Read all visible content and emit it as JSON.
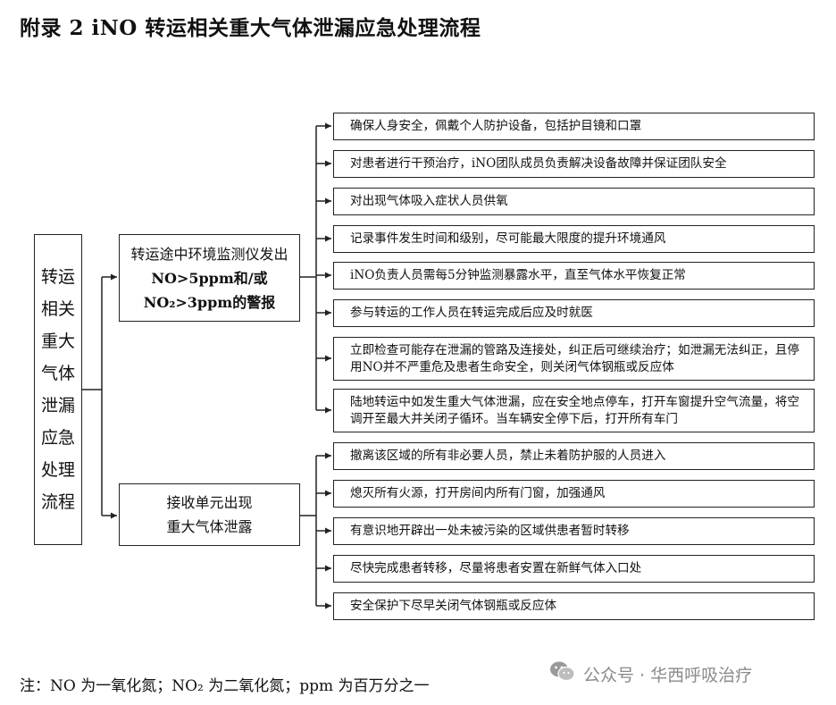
{
  "title": "附录 2 iNO 转运相关重大气体泄漏应急处理流程",
  "root": {
    "label": "转运相关重大气体泄漏应急处理流程"
  },
  "branches": [
    {
      "lines": [
        "转运途中环境监测仪发出",
        "NO>5ppm和/或",
        "NO₂>3ppm的警报"
      ],
      "actions": [
        "确保人身安全，佩戴个人防护设备，包括护目镜和口罩",
        "对患者进行干预治疗，iNO团队成员负责解决设备故障并保证团队安全",
        "对出现气体吸入症状人员供氧",
        "记录事件发生时间和级别，尽可能最大限度的提升环境通风",
        "iNO负责人员需每5分钟监测暴露水平，直至气体水平恢复正常",
        "参与转运的工作人员在转运完成后应及时就医",
        "立即检查可能存在泄漏的管路及连接处，纠正后可继续治疗；如泄漏无法纠正，且停用NO并不严重危及患者生命安全，则关闭气体钢瓶或反应体",
        "陆地转运中如发生重大气体泄漏，应在安全地点停车，打开车窗提升空气流量，将空调开至最大并关闭子循环。当车辆安全停下后，打开所有车门"
      ]
    },
    {
      "lines": [
        "接收单元出现",
        "重大气体泄露"
      ],
      "actions": [
        "撤离该区域的所有非必要人员，禁止未着防护服的人员进入",
        "熄灭所有火源，打开房间内所有门窗，加强通风",
        "有意识地开辟出一处未被污染的区域供患者暂时转移",
        "尽快完成患者转移，尽量将患者安置在新鲜气体入口处",
        "安全保护下尽早关闭气体钢瓶或反应体"
      ]
    }
  ],
  "footnote": "注：NO 为一氧化氮；NO₂ 为二氧化氮；ppm 为百万分之一",
  "watermark": {
    "icon": "wechat-icon",
    "text": "公众号 · 华西呼吸治疗"
  }
}
